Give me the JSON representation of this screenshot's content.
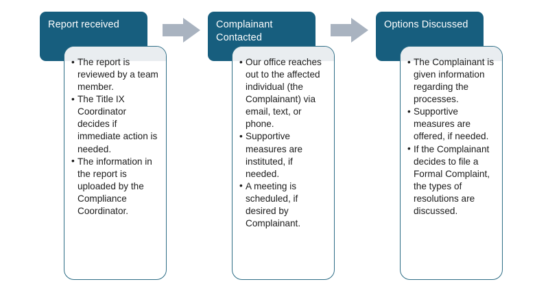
{
  "diagram": {
    "type": "process-flow",
    "title": "",
    "colors": {
      "header_fill": "#175E7E",
      "header_text": "#FFFFFF",
      "card_fill": "#FFFFFF",
      "card_border": "#2C6C85",
      "card_tint": "#E9EDF0",
      "arrow_fill": "#A9B3C0",
      "body_text": "#1B1B1B",
      "background": "#FFFFFF"
    },
    "arrows": [
      {
        "name": "arrow-stage1-to-stage2",
        "direction": "right",
        "glyph": "right-arrow-icon"
      },
      {
        "name": "arrow-stage2-to-stage3",
        "direction": "right",
        "glyph": "right-arrow-icon"
      }
    ],
    "stages": [
      {
        "id": "report-received",
        "title": "Report received",
        "items": [
          "The report is reviewed by a team member.",
          "The Title IX Coordinator decides if immediate action is needed.",
          "The information in the report is uploaded by the Compliance Coordinator."
        ]
      },
      {
        "id": "complainant-contacted",
        "title": "Complainant\nContacted",
        "items": [
          "Our office reaches out to the affected individual (the Complainant) via email, text, or phone.",
          "Supportive measures are instituted, if needed.",
          "A meeting is scheduled, if desired by Complainant."
        ]
      },
      {
        "id": "options-discussed",
        "title": "Options Discussed",
        "items": [
          "The Complainant is given information regarding the processes.",
          "Supportive measures are offered, if needed.",
          "If the Complainant decides to file a Formal Complaint, the types of resolutions are discussed."
        ]
      }
    ]
  }
}
